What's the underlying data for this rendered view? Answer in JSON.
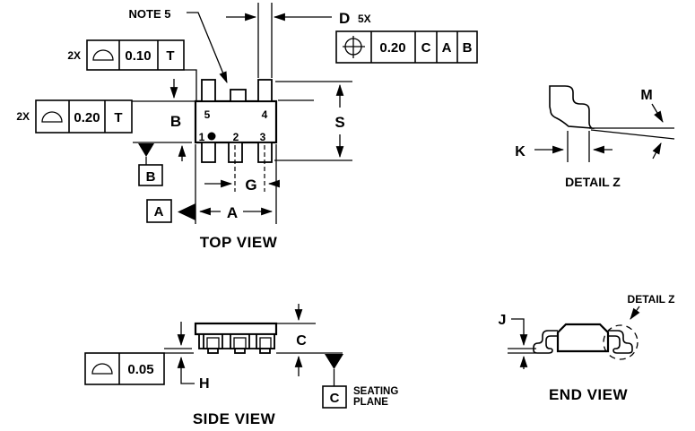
{
  "colors": {
    "ink": "#000000",
    "background": "#ffffff"
  },
  "note": {
    "label": "NOTE 5"
  },
  "dims": {
    "a": "A",
    "b": "B",
    "c": "C",
    "d": "D",
    "g": "G",
    "h": "H",
    "j": "J",
    "k": "K",
    "m": "M",
    "s": "S"
  },
  "dim_d_count": "5X",
  "pins": {
    "p1": "1",
    "p2": "2",
    "p3": "3",
    "p4": "4",
    "p5": "5"
  },
  "datums": {
    "a": "A",
    "b": "B",
    "c": "C"
  },
  "frames": {
    "profile_top": {
      "count": "2X",
      "tol": "0.10",
      "ref": "T"
    },
    "profile_left": {
      "count": "2X",
      "tol": "0.20",
      "ref": "T"
    },
    "position": {
      "tol": "0.20",
      "d1": "C",
      "d2": "A",
      "d3": "B"
    },
    "profile_seating": {
      "tol": "0.05"
    }
  },
  "seating_plane": {
    "line1": "SEATING",
    "line2": "PLANE"
  },
  "views": {
    "top": {
      "title": "TOP VIEW"
    },
    "side": {
      "title": "SIDE VIEW"
    },
    "end": {
      "title": "END VIEW"
    },
    "detail": {
      "title": "DETAIL Z"
    }
  },
  "detail_ref": {
    "label": "DETAIL Z"
  }
}
